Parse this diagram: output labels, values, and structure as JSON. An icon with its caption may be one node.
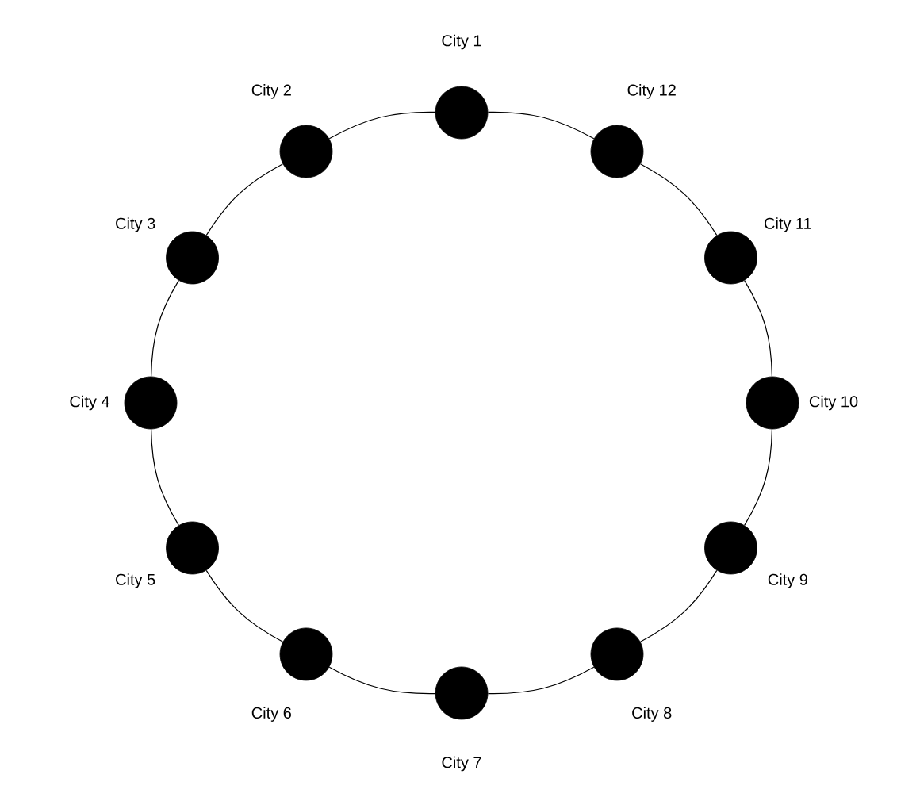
{
  "diagram": {
    "nodes": [
      {
        "text": [],
        "shape": "circle",
        "beside": [
          "City 1"
        ]
      },
      {
        "text": [],
        "shape": "circle",
        "beside": [
          "City 2"
        ]
      },
      {
        "text": [],
        "shape": "circle",
        "beside": [
          "City 3"
        ]
      },
      {
        "text": [],
        "shape": "circle",
        "beside": [
          "City 4"
        ]
      },
      {
        "text": [],
        "shape": "circle",
        "beside": [
          "City 5"
        ]
      },
      {
        "text": [],
        "shape": "circle",
        "beside": [
          "City 6"
        ]
      },
      {
        "text": [],
        "shape": "circle",
        "beside": [
          "City 7"
        ]
      },
      {
        "text": [],
        "shape": "circle",
        "beside": [
          "City 8"
        ]
      },
      {
        "text": [],
        "shape": "circle",
        "beside": [
          "City 9"
        ]
      },
      {
        "text": [],
        "shape": "circle",
        "beside": [
          "City 10"
        ]
      },
      {
        "text": [],
        "shape": "circle",
        "beside": [
          "City 11"
        ]
      },
      {
        "text": [],
        "shape": "circle",
        "beside": [
          "City 12"
        ]
      }
    ],
    "edges": [
      {
        "from": 0,
        "to": 1,
        "arrow": "none"
      },
      {
        "from": 1,
        "to": 2,
        "arrow": "none"
      },
      {
        "from": 2,
        "to": 3,
        "arrow": "none"
      },
      {
        "from": 3,
        "to": 4,
        "arrow": "none"
      },
      {
        "from": 4,
        "to": 5,
        "arrow": "none"
      },
      {
        "from": 5,
        "to": 6,
        "arrow": "none"
      },
      {
        "from": 6,
        "to": 7,
        "arrow": "none"
      },
      {
        "from": 7,
        "to": 8,
        "arrow": "none"
      },
      {
        "from": 8,
        "to": 9,
        "arrow": "none"
      },
      {
        "from": 9,
        "to": 10,
        "arrow": "none"
      },
      {
        "from": 10,
        "to": 11,
        "arrow": "none"
      },
      {
        "from": 11,
        "to": 0,
        "arrow": "none"
      }
    ]
  }
}
